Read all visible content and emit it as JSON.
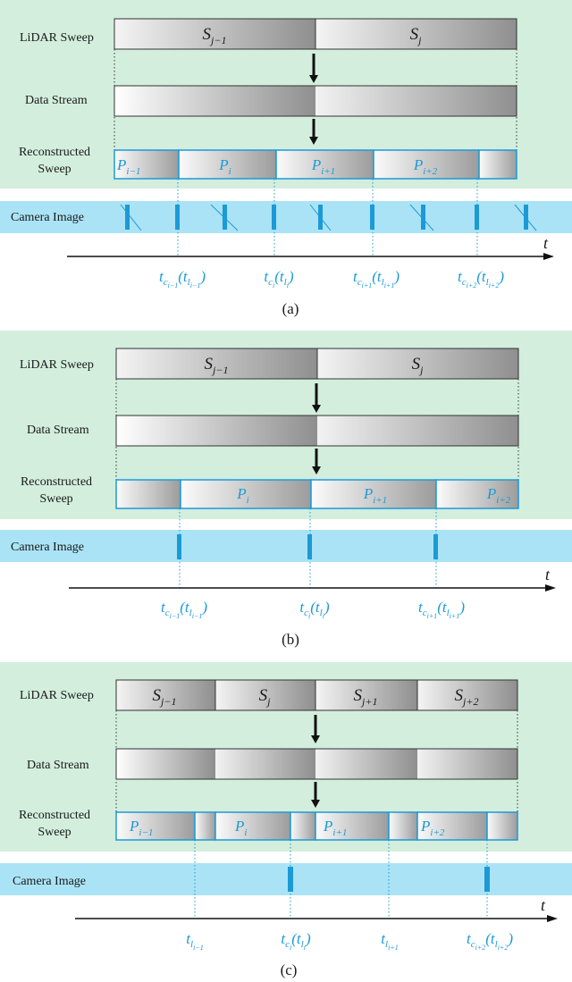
{
  "labels": {
    "lidar_sweep": "LiDAR Sweep",
    "data_stream": "Data Stream",
    "reconstructed_line1": "Reconstructed",
    "reconstructed_line2": "Sweep",
    "camera_image": "Camera Image",
    "time_axis": "t"
  },
  "colors": {
    "panel_background": "#d3eedd",
    "camera_band": "#aae3f5",
    "accent_blue": "#1c9ad6",
    "bar_dark": "#8f8f8f",
    "bar_light": "#f4f4f4"
  },
  "panels": [
    {
      "caption": "(a)",
      "sweeps": [
        "S_{j−1}",
        "S_{j}"
      ],
      "segments": [
        "P_{i−1}",
        "P_{i}",
        "P_{i+1}",
        "P_{i+2}"
      ],
      "time_labels": [
        "t_{c_{i−1}}(t_{l_{i−1}})",
        "t_{c_{i}}(t_{l_{i}})",
        "t_{c_{i+1}}(t_{l_{i+1}})",
        "t_{c_{i+2}}(t_{l_{i+2}})"
      ],
      "camera_frames": {
        "kept": 4,
        "dropped": 5
      }
    },
    {
      "caption": "(b)",
      "sweeps": [
        "S_{j−1}",
        "S_{j}"
      ],
      "segments": [
        "P_{i}",
        "P_{i+1}",
        "P_{i+2}"
      ],
      "time_labels": [
        "t_{c_{i−1}}(t_{l_{i−1}})",
        "t_{c_{i}}(t_{l_{i}})",
        "t_{c_{i+1}}(t_{l_{i+1}})"
      ],
      "camera_frames": {
        "kept": 3,
        "dropped": 0
      }
    },
    {
      "caption": "(c)",
      "sweeps": [
        "S_{j−1}",
        "S_{j}",
        "S_{j+1}",
        "S_{j+2}"
      ],
      "segments": [
        "P_{i−1}",
        "P_{i}",
        "P_{i+1}",
        "P_{i+2}"
      ],
      "time_labels": [
        "t_{l_{i−1}}",
        "t_{c_{i}}(t_{l_{i}})",
        "t_{l_{i+1}}",
        "t_{c_{i+2}}(t_{l_{i+2}})"
      ],
      "camera_frames": {
        "kept": 2,
        "dropped": 0
      }
    }
  ]
}
